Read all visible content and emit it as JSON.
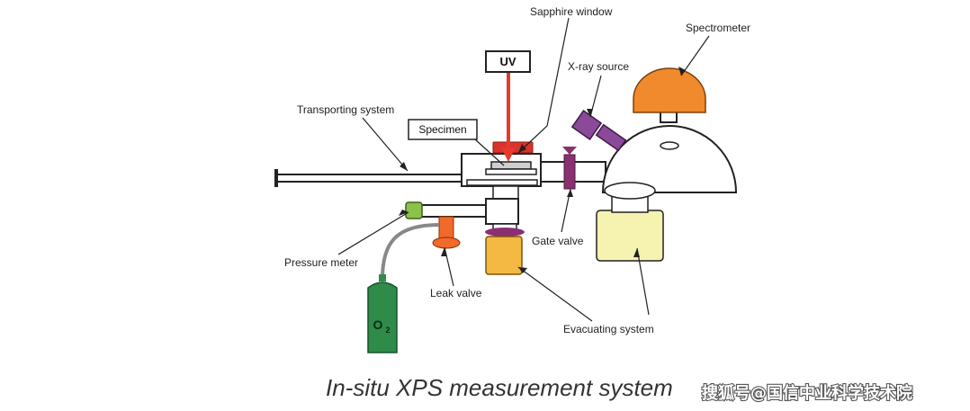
{
  "labels": {
    "sapphire_window": "Sapphire window",
    "spectrometer": "Spectrometer",
    "uv": "UV",
    "x_ray_source": "X-ray source",
    "transporting_system": "Transporting system",
    "specimen": "Specimen",
    "gate_valve": "Gate valve",
    "pressure_meter": "Pressure meter",
    "leak_valve": "Leak valve",
    "evacuating_system": "Evacuating system",
    "o2_main": "O",
    "o2_sub": "2"
  },
  "caption": "In-situ XPS measurement system",
  "watermark": "搜狐号@国信中业科学技术院",
  "colors": {
    "uv_beam": "#e8392b",
    "spectrometer": "#f08a2c",
    "x_ray_source": "#8a4a99",
    "gate_valve": "#8a3070",
    "pressure_meter": "#8bc34a",
    "leak_valve": "#f26a2a",
    "evacuating_pump": "#f4b942",
    "evacuating_system": "#f6f2b0",
    "oxygen_cylinder": "#2e8b4a",
    "sapphire_window": "#d9342b"
  }
}
